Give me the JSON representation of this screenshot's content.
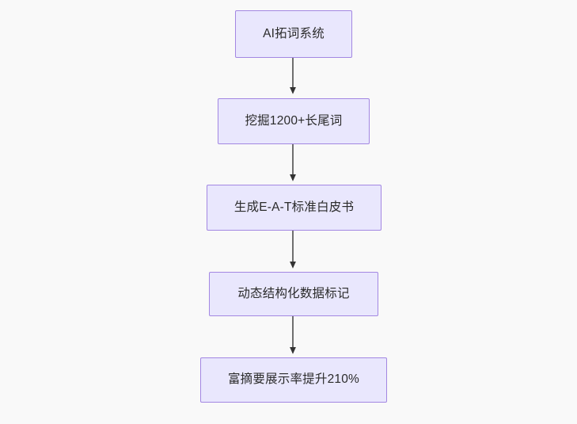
{
  "diagram": {
    "type": "flowchart",
    "direction": "top-to-bottom",
    "background_color": "#f9f9f9",
    "node_fill_color": "#e9e7fd",
    "node_border_color": "#a387e2",
    "node_text_color": "#2b2b2b",
    "edge_color": "#707070",
    "arrowhead_color": "#333333",
    "nodes": [
      {
        "id": "n1",
        "label": "AI拓词系统"
      },
      {
        "id": "n2",
        "label": "挖掘1200+长尾词"
      },
      {
        "id": "n3",
        "label": "生成E-A-T标准白皮书"
      },
      {
        "id": "n4",
        "label": "动态结构化数据标记"
      },
      {
        "id": "n5",
        "label": "富摘要展示率提升210%"
      }
    ],
    "edges": [
      {
        "from": "n1",
        "to": "n2",
        "label": ""
      },
      {
        "from": "n2",
        "to": "n3",
        "label": ""
      },
      {
        "from": "n3",
        "to": "n4",
        "label": ""
      },
      {
        "from": "n4",
        "to": "n5",
        "label": ""
      }
    ]
  }
}
